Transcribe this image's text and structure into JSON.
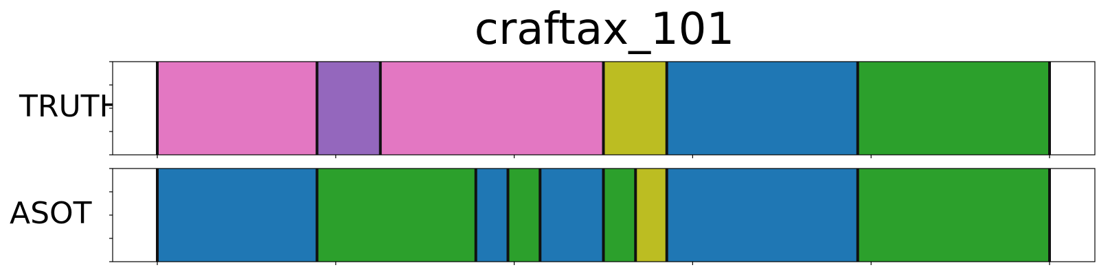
{
  "chart_data": {
    "type": "segment-timeline",
    "title": "craftax_101",
    "x_range": [
      0,
      100
    ],
    "rows": [
      {
        "label": "TRUTH",
        "segments": [
          {
            "start": 0,
            "end": 17.9,
            "color": "#e377c2"
          },
          {
            "start": 17.9,
            "end": 25.0,
            "color": "#9467bd"
          },
          {
            "start": 25.0,
            "end": 50.0,
            "color": "#e377c2"
          },
          {
            "start": 50.0,
            "end": 57.1,
            "color": "#bcbd22"
          },
          {
            "start": 57.1,
            "end": 78.5,
            "color": "#1f77b4"
          },
          {
            "start": 78.5,
            "end": 100,
            "color": "#2ca02c"
          }
        ]
      },
      {
        "label": "ASOT",
        "segments": [
          {
            "start": 0,
            "end": 17.9,
            "color": "#1f77b4"
          },
          {
            "start": 17.9,
            "end": 35.7,
            "color": "#2ca02c"
          },
          {
            "start": 35.7,
            "end": 39.3,
            "color": "#1f77b4"
          },
          {
            "start": 39.3,
            "end": 42.9,
            "color": "#2ca02c"
          },
          {
            "start": 42.9,
            "end": 50.0,
            "color": "#1f77b4"
          },
          {
            "start": 50.0,
            "end": 53.6,
            "color": "#2ca02c"
          },
          {
            "start": 53.6,
            "end": 57.1,
            "color": "#bcbd22"
          },
          {
            "start": 57.1,
            "end": 78.5,
            "color": "#1f77b4"
          },
          {
            "start": 78.5,
            "end": 100,
            "color": "#2ca02c"
          }
        ]
      }
    ]
  }
}
